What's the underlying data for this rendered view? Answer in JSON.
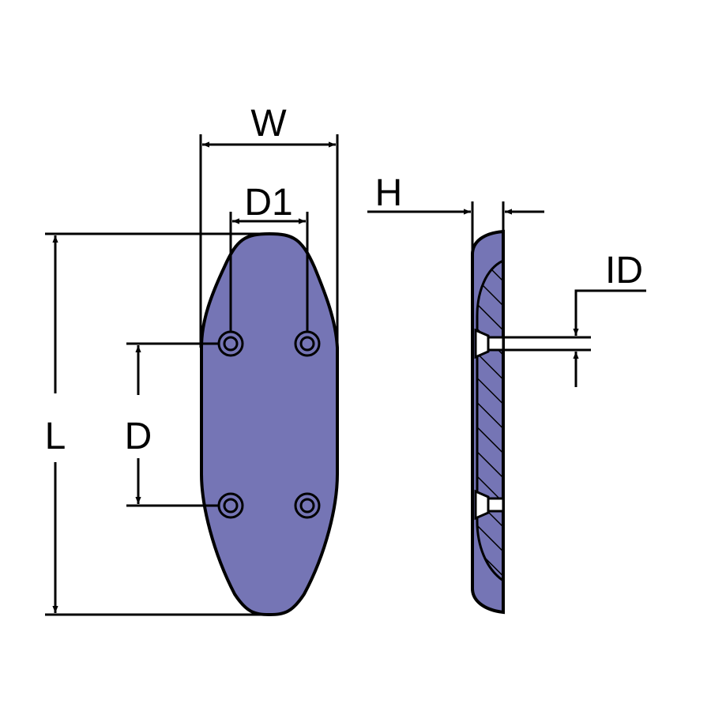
{
  "labels": {
    "width": "W",
    "hole_spacing_horizontal": "D1",
    "height": "H",
    "hole_diameter": "ID",
    "length": "L",
    "hole_spacing_vertical": "D"
  },
  "icons": {
    "front_view": "anode-plate-front-view",
    "side_view": "anode-plate-side-section-view"
  },
  "colors": {
    "body_fill": "#7575b5",
    "outline": "#000000",
    "background": "#ffffff"
  }
}
